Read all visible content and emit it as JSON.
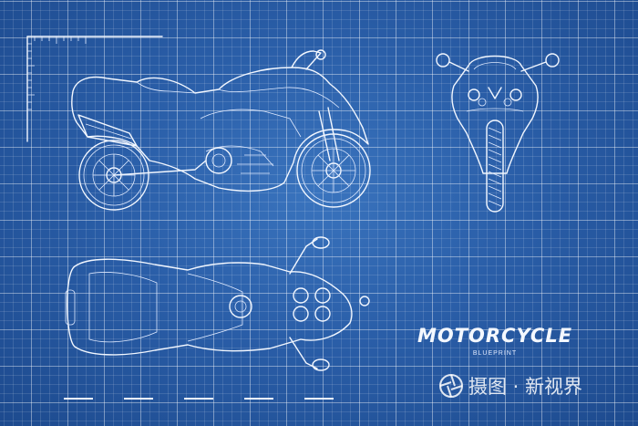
{
  "blueprint": {
    "title": "MOTORCYCLE",
    "subtitle": "BLUEPRINT",
    "background_color": "#2a5ea8",
    "line_color": "#f2f7ff"
  },
  "views": [
    {
      "name": "side-view"
    },
    {
      "name": "front-view"
    },
    {
      "name": "top-view"
    }
  ],
  "watermark": {
    "logo": "camera-aperture-logo",
    "text": "摄图 · 新视界"
  }
}
